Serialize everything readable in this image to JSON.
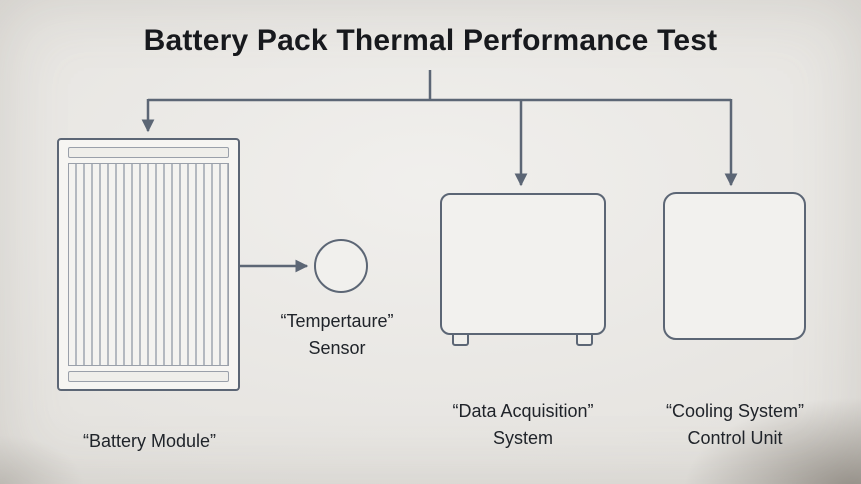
{
  "title": "Battery Pack Thermal Performance Test",
  "nodes": {
    "battery_module": {
      "label": "“Battery Module”"
    },
    "temperature_sensor": {
      "line1": "“Tempertaure”",
      "line2": "Sensor"
    },
    "data_acquisition": {
      "line1": "“Data Acquisition”",
      "line2": "System"
    },
    "cooling_system": {
      "line1": "“Cooling System”",
      "line2": "Control Unit"
    }
  },
  "colors": {
    "background": "#e9e7e3",
    "stroke": "#5c6675",
    "text": "#20242a"
  }
}
